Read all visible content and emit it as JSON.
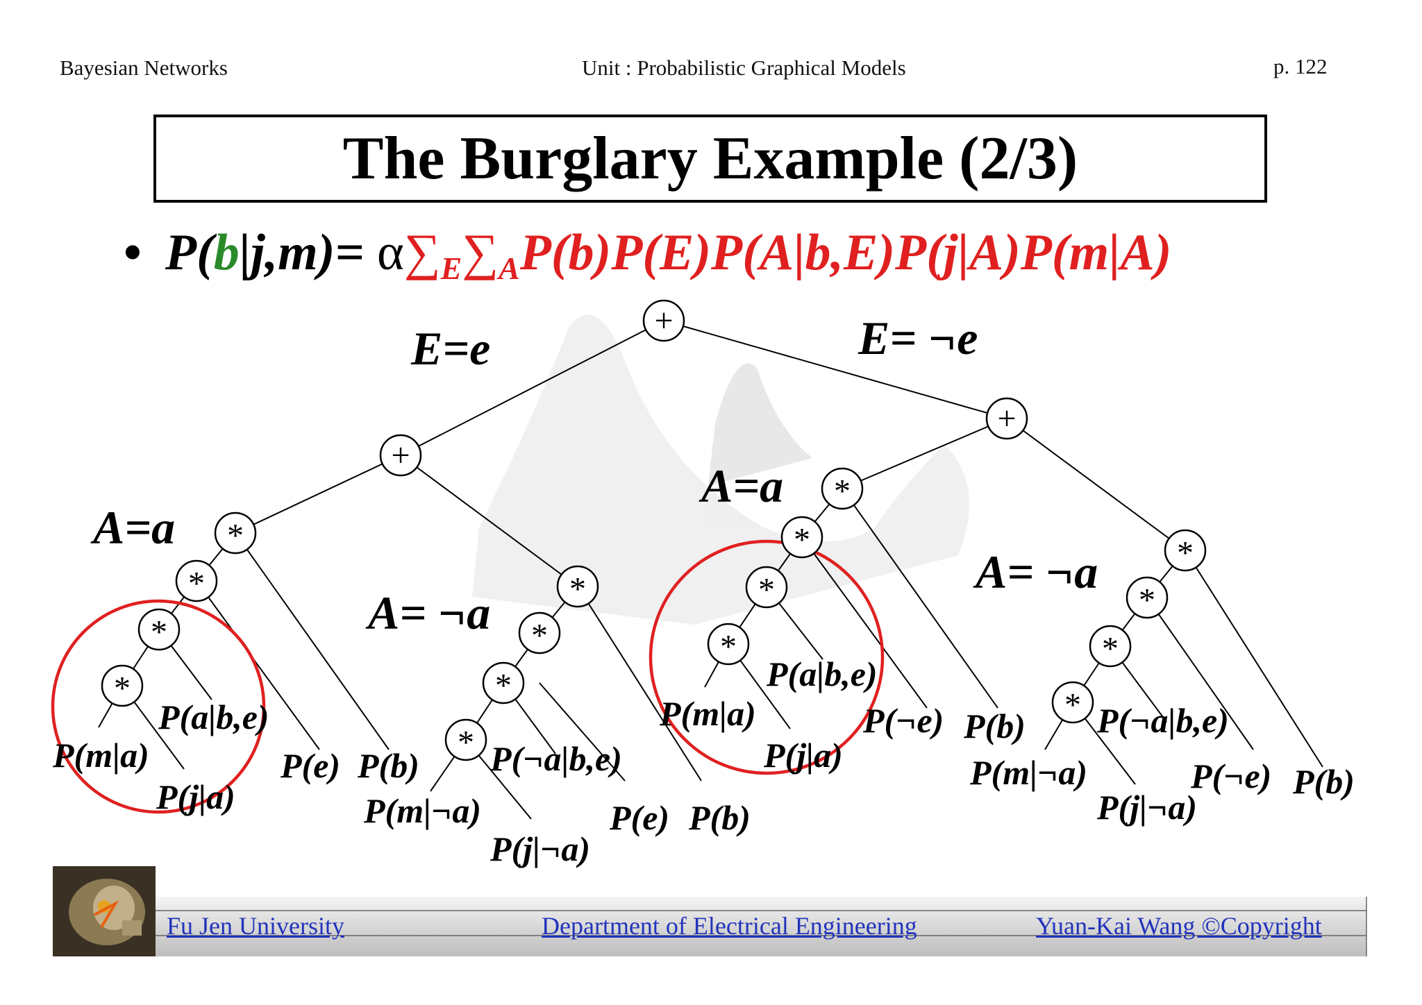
{
  "header": {
    "left": "Bayesian Networks",
    "center": "Unit : Probabilistic Graphical Models",
    "page": "p.  122"
  },
  "title": "The Burglary Example (2/3)",
  "formula": {
    "bullet": "•",
    "lhs_p": "P(",
    "lhs_b": "b",
    "lhs_rest": "|j,m)=",
    "alpha": "α",
    "sum1": "∑",
    "sub1": "E",
    "sum2": "∑",
    "sub2": "A",
    "rhs": "P(b)P(E)P(A|b,E)P(j|A)P(m|A)"
  },
  "tree": {
    "branch_labels": {
      "e": "E=e",
      "not_e": "E= ¬e",
      "a_left": "A=a",
      "not_a_left": "A= ¬a",
      "a_right": "A=a",
      "not_a_right": "A= ¬a"
    },
    "operators": {
      "plus": "+",
      "times": "*"
    },
    "leaves": {
      "g1_ma": "P(m|a)",
      "g1_aba": "P(a|b,e)",
      "g1_ja": "P(j|a)",
      "g1_e": "P(e)",
      "g1_b": "P(b)",
      "g2_mna": "P(m|¬a)",
      "g2_naba": "P(¬a|b,e)",
      "g2_jna": "P(j|¬a)",
      "g2_e": "P(e)",
      "g2_b": "P(b)",
      "g3_ma": "P(m|a)",
      "g3_aba": "P(a|b,e)",
      "g3_ja": "P(j|a)",
      "g3_ne": "P(¬e)",
      "g3_b": "P(b)",
      "g4_mna": "P(m|¬a)",
      "g4_naba": "P(¬a|b,e)",
      "g4_jna": "P(j|¬a)",
      "g4_ne": "P(¬e)",
      "g4_b": "P(b)"
    }
  },
  "footer": {
    "university": "Fu Jen University",
    "department": "Department of Electrical Engineering",
    "copyright": "Yuan-Kai Wang ©Copyright"
  },
  "colors": {
    "accent": "#e02020",
    "highlight_green": "#2a8a2a",
    "link": "#2233bb"
  }
}
